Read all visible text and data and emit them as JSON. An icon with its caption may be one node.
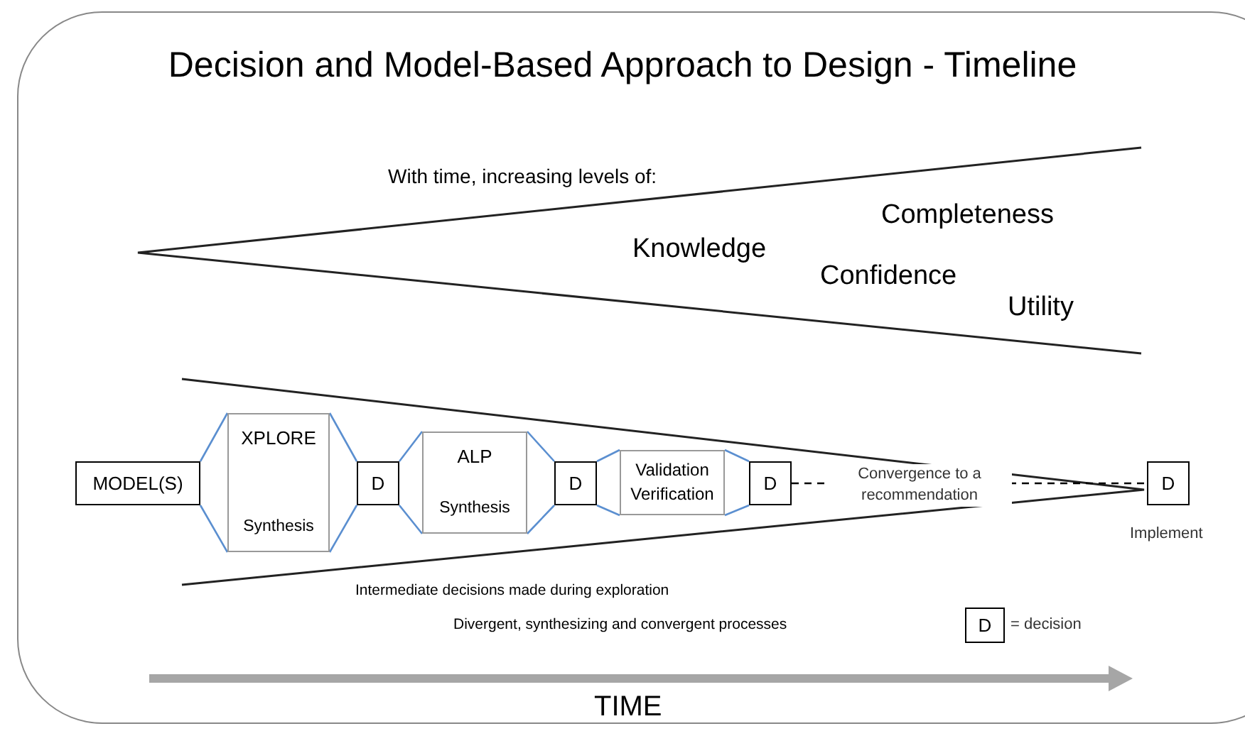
{
  "diagram": {
    "title": "Decision and Model-Based Approach to Design - Timeline",
    "nodes": [
      {
        "text": [
          "MODEL(S)"
        ]
      },
      {
        "text": [
          "XPLORE",
          "Synthesis"
        ]
      },
      {
        "text": [
          "D"
        ]
      },
      {
        "text": [
          "ALP",
          "Synthesis"
        ]
      },
      {
        "text": [
          "D"
        ]
      },
      {
        "text": [
          "Validation Verification"
        ]
      },
      {
        "text": [
          "D"
        ]
      },
      {
        "text": [
          "D"
        ],
        "beside": [
          "Implement"
        ]
      },
      {
        "text": [
          "D"
        ],
        "beside": [
          "= decision"
        ]
      }
    ],
    "edges": [
      {
        "from": 0,
        "to": 1,
        "arrow": "none"
      },
      {
        "from": 1,
        "to": 2,
        "arrow": "none"
      },
      {
        "from": 2,
        "to": 3,
        "arrow": "none"
      },
      {
        "from": 3,
        "to": 4,
        "arrow": "none"
      },
      {
        "from": 4,
        "to": 5,
        "arrow": "none"
      },
      {
        "from": 5,
        "to": 6,
        "arrow": "none"
      },
      {
        "from": 6,
        "to": 7,
        "arrow": "none",
        "label": "Convergence to a recommendation",
        "style": "dashed",
        "color": "#000000"
      }
    ],
    "labels": [
      "With time, increasing levels of:",
      "Completeness",
      "Knowledge",
      "Confidence",
      "Utility",
      "Intermediate decisions made during exploration",
      "Divergent, synthesizing and convergent processes",
      "TIME"
    ]
  }
}
